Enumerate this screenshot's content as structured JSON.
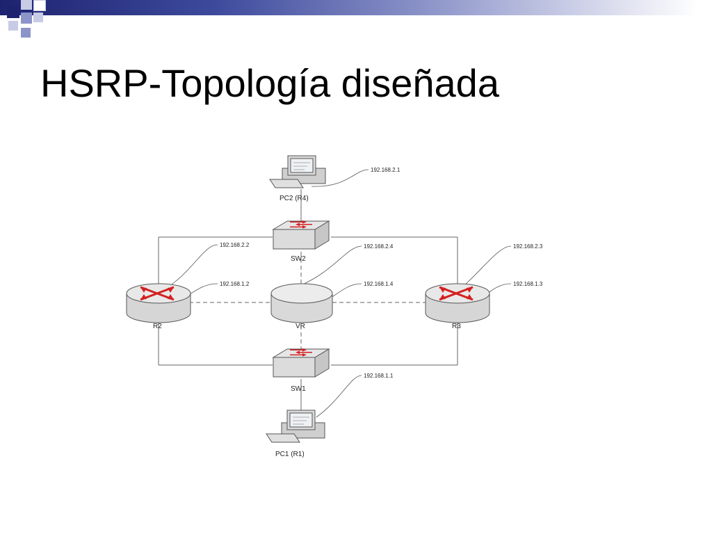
{
  "slide": {
    "title": "HSRP-Topología diseñada"
  },
  "diagram": {
    "nodes": {
      "pc2": {
        "label": "PC2 (R4)",
        "ip": "192.168.2.1"
      },
      "sw2": {
        "label": "SW2"
      },
      "r2": {
        "label": "R2",
        "ip_top": "192.168.2.2",
        "ip_bottom": "192.168.1.2"
      },
      "vr": {
        "label": "VR",
        "ip_top": "192.168.2.4",
        "ip_bottom": "192.168.1.4"
      },
      "r3": {
        "label": "R3",
        "ip_top": "192.168.2.3",
        "ip_bottom": "192.168.1.3"
      },
      "sw1": {
        "label": "SW1",
        "ip": "192.168.1.1"
      },
      "pc1": {
        "label": "PC1 (R1)"
      }
    }
  },
  "colors": {
    "header_dark": "#1e2370",
    "header_mid": "#8c94c9",
    "router_arrow": "#d42020",
    "link": "#555555"
  }
}
